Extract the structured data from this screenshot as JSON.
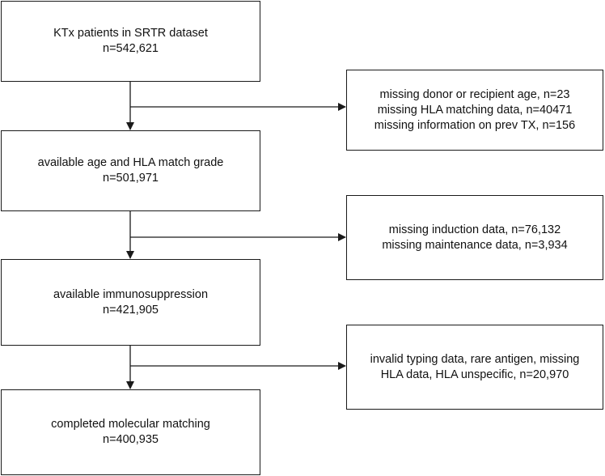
{
  "flow": {
    "steps": [
      {
        "line1": "KTx patients in SRTR dataset",
        "line2": "n=542,621"
      },
      {
        "line1": "available age and HLA match grade",
        "line2": "n=501,971"
      },
      {
        "line1": "available immunosuppression",
        "line2": "n=421,905"
      },
      {
        "line1": "completed molecular matching",
        "line2": "n=400,935"
      }
    ],
    "exclusions": [
      {
        "lines": [
          "missing donor or recipient age, n=23",
          "missing HLA matching data, n=40471",
          "missing information on prev TX, n=156"
        ]
      },
      {
        "lines": [
          "missing induction data, n=76,132",
          "missing maintenance data, n=3,934"
        ]
      },
      {
        "lines": [
          "invalid typing data, rare antigen, missing",
          "HLA data, HLA unspecific, n=20,970"
        ]
      }
    ]
  },
  "colors": {
    "border": "#1a1a1a",
    "text": "#111111",
    "background": "#ffffff"
  }
}
